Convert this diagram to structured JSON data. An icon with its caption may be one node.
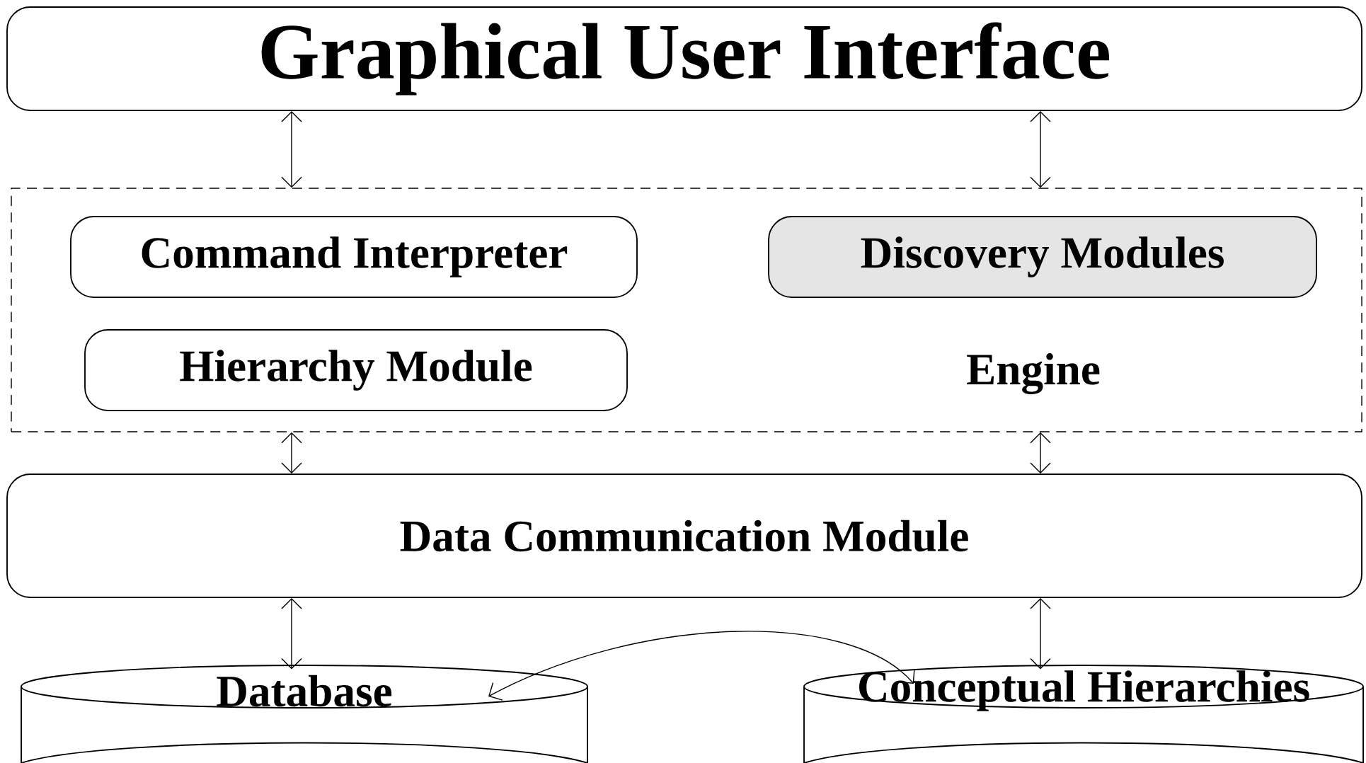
{
  "diagram": {
    "nodes": [
      {
        "text": [
          "Graphical User Interface"
        ]
      },
      {
        "text": [
          "Engine"
        ]
      },
      {
        "text": [
          "Command Interpreter"
        ],
        "in": 1
      },
      {
        "text": [
          "Hierarchy Module"
        ],
        "in": 1
      },
      {
        "text": [
          "Discovery Modules"
        ],
        "in": 1
      },
      {
        "text": [
          "Data Communication Module"
        ]
      },
      {
        "text": [
          "Database"
        ]
      },
      {
        "text": [
          "Conceptual Hierarchies"
        ]
      }
    ],
    "edges": [
      {
        "from": 0,
        "to": 1,
        "arrow": "both"
      },
      {
        "from": 0,
        "to": 1,
        "arrow": "both"
      },
      {
        "from": 1,
        "to": 5,
        "arrow": "both"
      },
      {
        "from": 1,
        "to": 5,
        "arrow": "both"
      },
      {
        "from": 5,
        "to": 6,
        "arrow": "both"
      },
      {
        "from": 5,
        "to": 7,
        "arrow": "both"
      },
      {
        "from": 6,
        "to": 7,
        "arrow": "both"
      }
    ]
  }
}
